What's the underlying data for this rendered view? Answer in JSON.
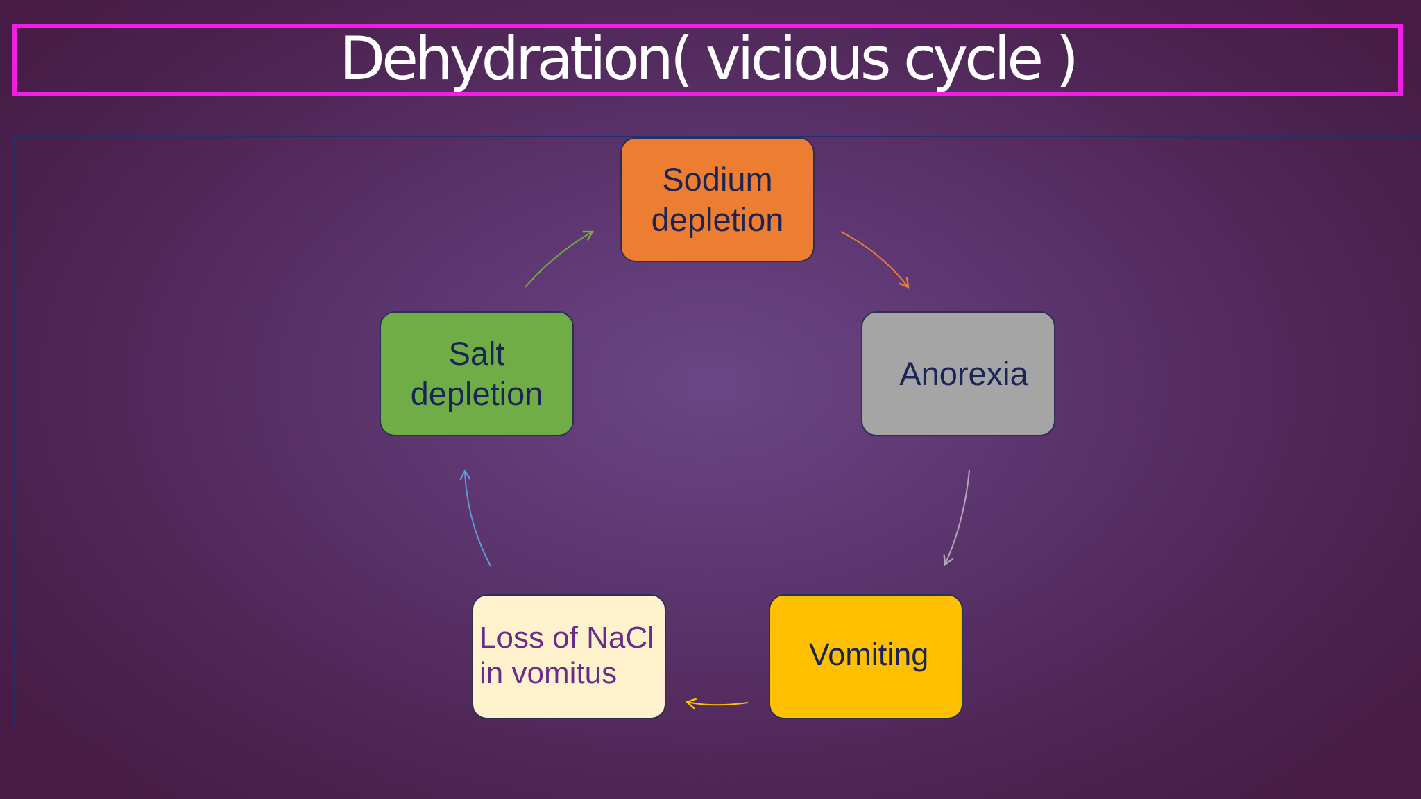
{
  "title": "Dehydration( vicious cycle )",
  "colors": {
    "title_border": "#f41de8",
    "sodium_fill": "#ed7d31",
    "anorexia_fill": "#a5a5a5",
    "vomiting_fill": "#ffc000",
    "loss_fill": "#fff2cc",
    "salt_fill": "#70ad47",
    "text_dark": "#1a2456",
    "text_purple": "#6a2b8f"
  },
  "cycle": [
    {
      "id": "sodium",
      "label": "Sodium depletion"
    },
    {
      "id": "anorexia",
      "label": "Anorexia"
    },
    {
      "id": "vomiting",
      "label": "Vomiting"
    },
    {
      "id": "loss",
      "label": "Loss of NaCl in vomitus"
    },
    {
      "id": "salt",
      "label": "Salt depletion"
    }
  ]
}
